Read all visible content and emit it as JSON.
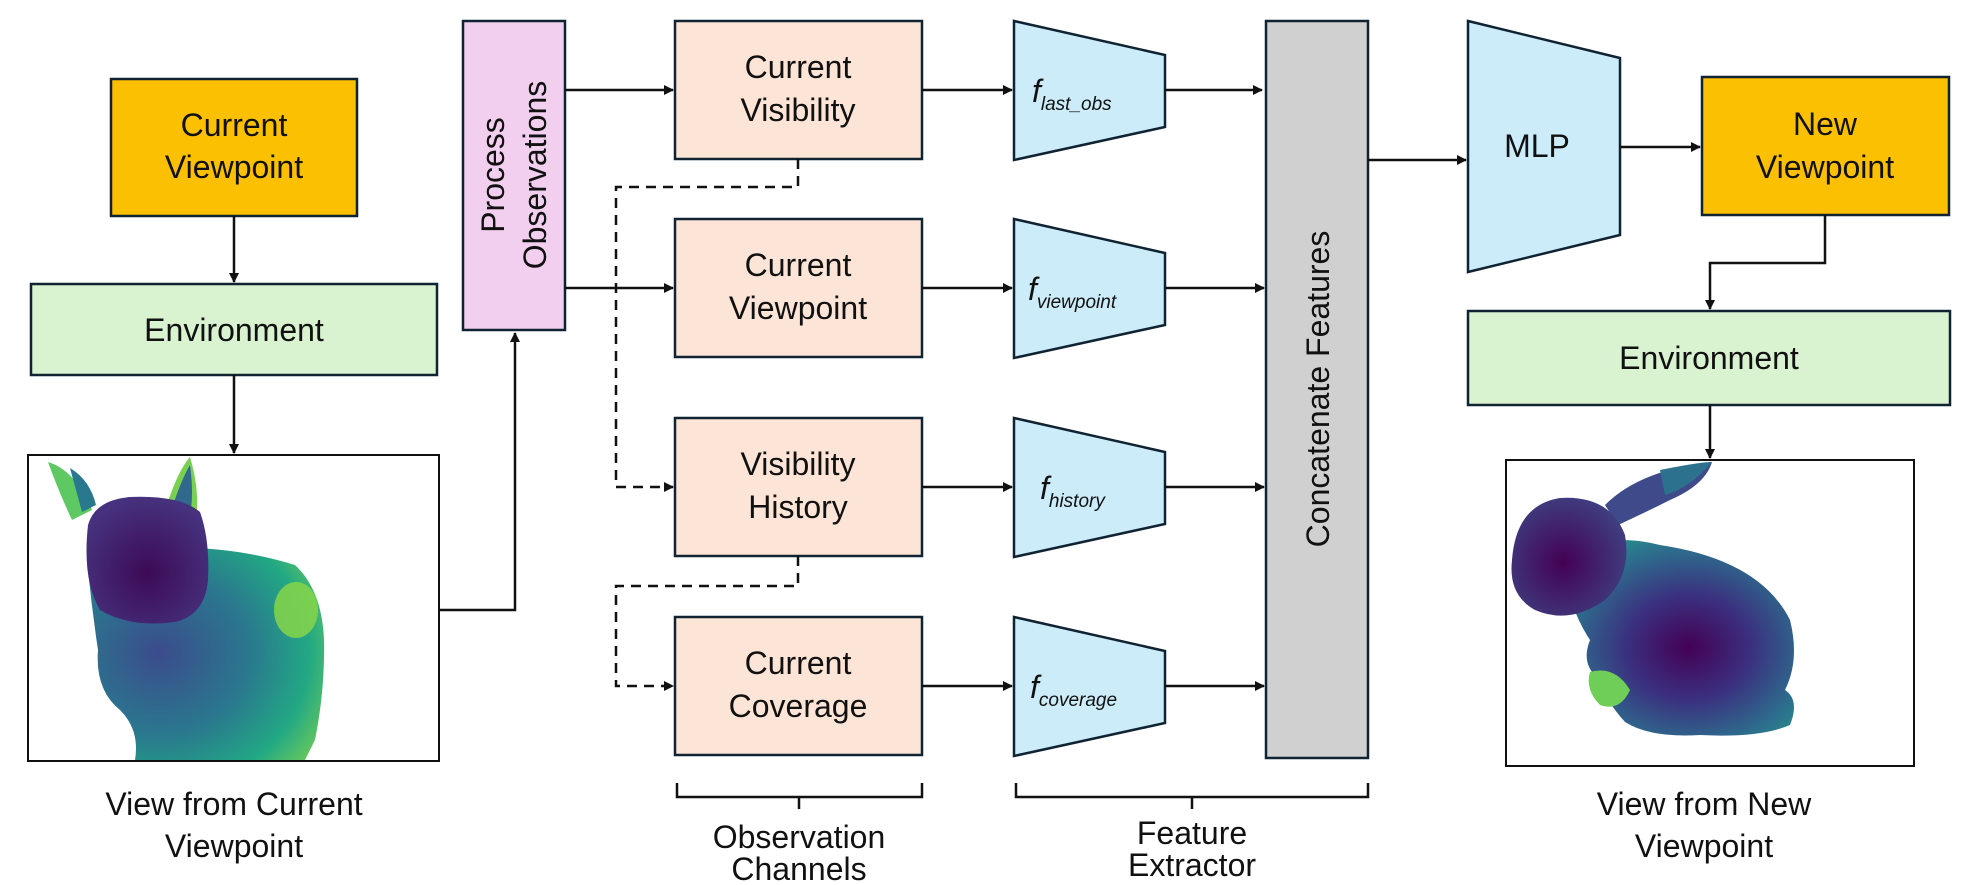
{
  "colors": {
    "viewpoint_fill": "#FCC002",
    "environment_fill": "#D9F2D0",
    "process_fill": "#F2CFEF",
    "channel_fill": "#FCE4D6",
    "extractor_fill": "#CCECFA",
    "concat_fill": "#D0D0D0",
    "stroke": "#0F2332"
  },
  "left": {
    "current_viewpoint": [
      "Current",
      "Viewpoint"
    ],
    "environment": "Environment",
    "caption": [
      "View from Current",
      "Viewpoint"
    ]
  },
  "process": [
    "Process",
    "Observations"
  ],
  "channels": [
    [
      "Current",
      "Visibility"
    ],
    [
      "Current",
      "Viewpoint"
    ],
    [
      "Visibility",
      "History"
    ],
    [
      "Current",
      "Coverage"
    ]
  ],
  "extractors": [
    {
      "main": "f",
      "sub": "last_obs"
    },
    {
      "main": "f",
      "sub": "viewpoint"
    },
    {
      "main": "f",
      "sub": "history"
    },
    {
      "main": "f",
      "sub": "coverage"
    }
  ],
  "concat": "Concatenate Features",
  "mlp": "MLP",
  "right": {
    "new_viewpoint": [
      "New",
      "Viewpoint"
    ],
    "environment": "Environment",
    "caption": [
      "View from New",
      "Viewpoint"
    ]
  },
  "brackets": {
    "channels": [
      "Observation",
      "Channels"
    ],
    "extractor": [
      "Feature",
      "Extractor"
    ]
  },
  "icons": {
    "left_render": "bunny-depth-render",
    "right_render": "bunny-depth-render"
  }
}
